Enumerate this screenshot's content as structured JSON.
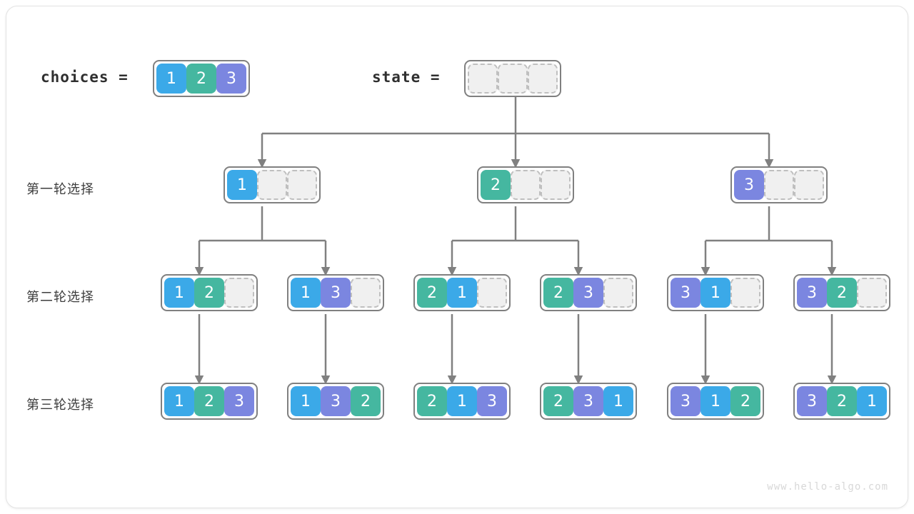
{
  "diagram": {
    "title": "permutation backtracking tree",
    "watermark": "www.hello-algo.com",
    "colors": {
      "value_1": "#3ba9e8",
      "value_2": "#45b7a0",
      "value_3": "#7b86e0",
      "empty_cell": "#f0f0f0",
      "empty_border": "#bfbfbf",
      "node_border": "#808080",
      "edge": "#808080",
      "frame_border": "#e3e3e3",
      "text": "#3d3d3d"
    }
  },
  "header": {
    "choices_label": "choices =",
    "state_label": "state =",
    "choices_values": [
      "1",
      "2",
      "3"
    ],
    "state_values": [
      "",
      "",
      ""
    ]
  },
  "row_labels": {
    "round1": "第一轮选择",
    "round2": "第二轮选择",
    "round3": "第三轮选择"
  },
  "tree": {
    "root": {
      "id": "root",
      "cells": [
        "",
        "",
        ""
      ]
    },
    "level1": [
      {
        "id": "l1-n1",
        "cells": [
          "1",
          "",
          ""
        ]
      },
      {
        "id": "l1-n2",
        "cells": [
          "2",
          "",
          ""
        ]
      },
      {
        "id": "l1-n3",
        "cells": [
          "3",
          "",
          ""
        ]
      }
    ],
    "level2": [
      {
        "id": "l2-n1",
        "cells": [
          "1",
          "2",
          ""
        ]
      },
      {
        "id": "l2-n2",
        "cells": [
          "1",
          "3",
          ""
        ]
      },
      {
        "id": "l2-n3",
        "cells": [
          "2",
          "1",
          ""
        ]
      },
      {
        "id": "l2-n4",
        "cells": [
          "2",
          "3",
          ""
        ]
      },
      {
        "id": "l2-n5",
        "cells": [
          "3",
          "1",
          ""
        ]
      },
      {
        "id": "l2-n6",
        "cells": [
          "3",
          "2",
          ""
        ]
      }
    ],
    "level3": [
      {
        "id": "l3-n1",
        "cells": [
          "1",
          "2",
          "3"
        ]
      },
      {
        "id": "l3-n2",
        "cells": [
          "1",
          "3",
          "2"
        ]
      },
      {
        "id": "l3-n3",
        "cells": [
          "2",
          "1",
          "3"
        ]
      },
      {
        "id": "l3-n4",
        "cells": [
          "2",
          "3",
          "1"
        ]
      },
      {
        "id": "l3-n5",
        "cells": [
          "3",
          "1",
          "2"
        ]
      },
      {
        "id": "l3-n6",
        "cells": [
          "3",
          "2",
          "1"
        ]
      }
    ]
  }
}
